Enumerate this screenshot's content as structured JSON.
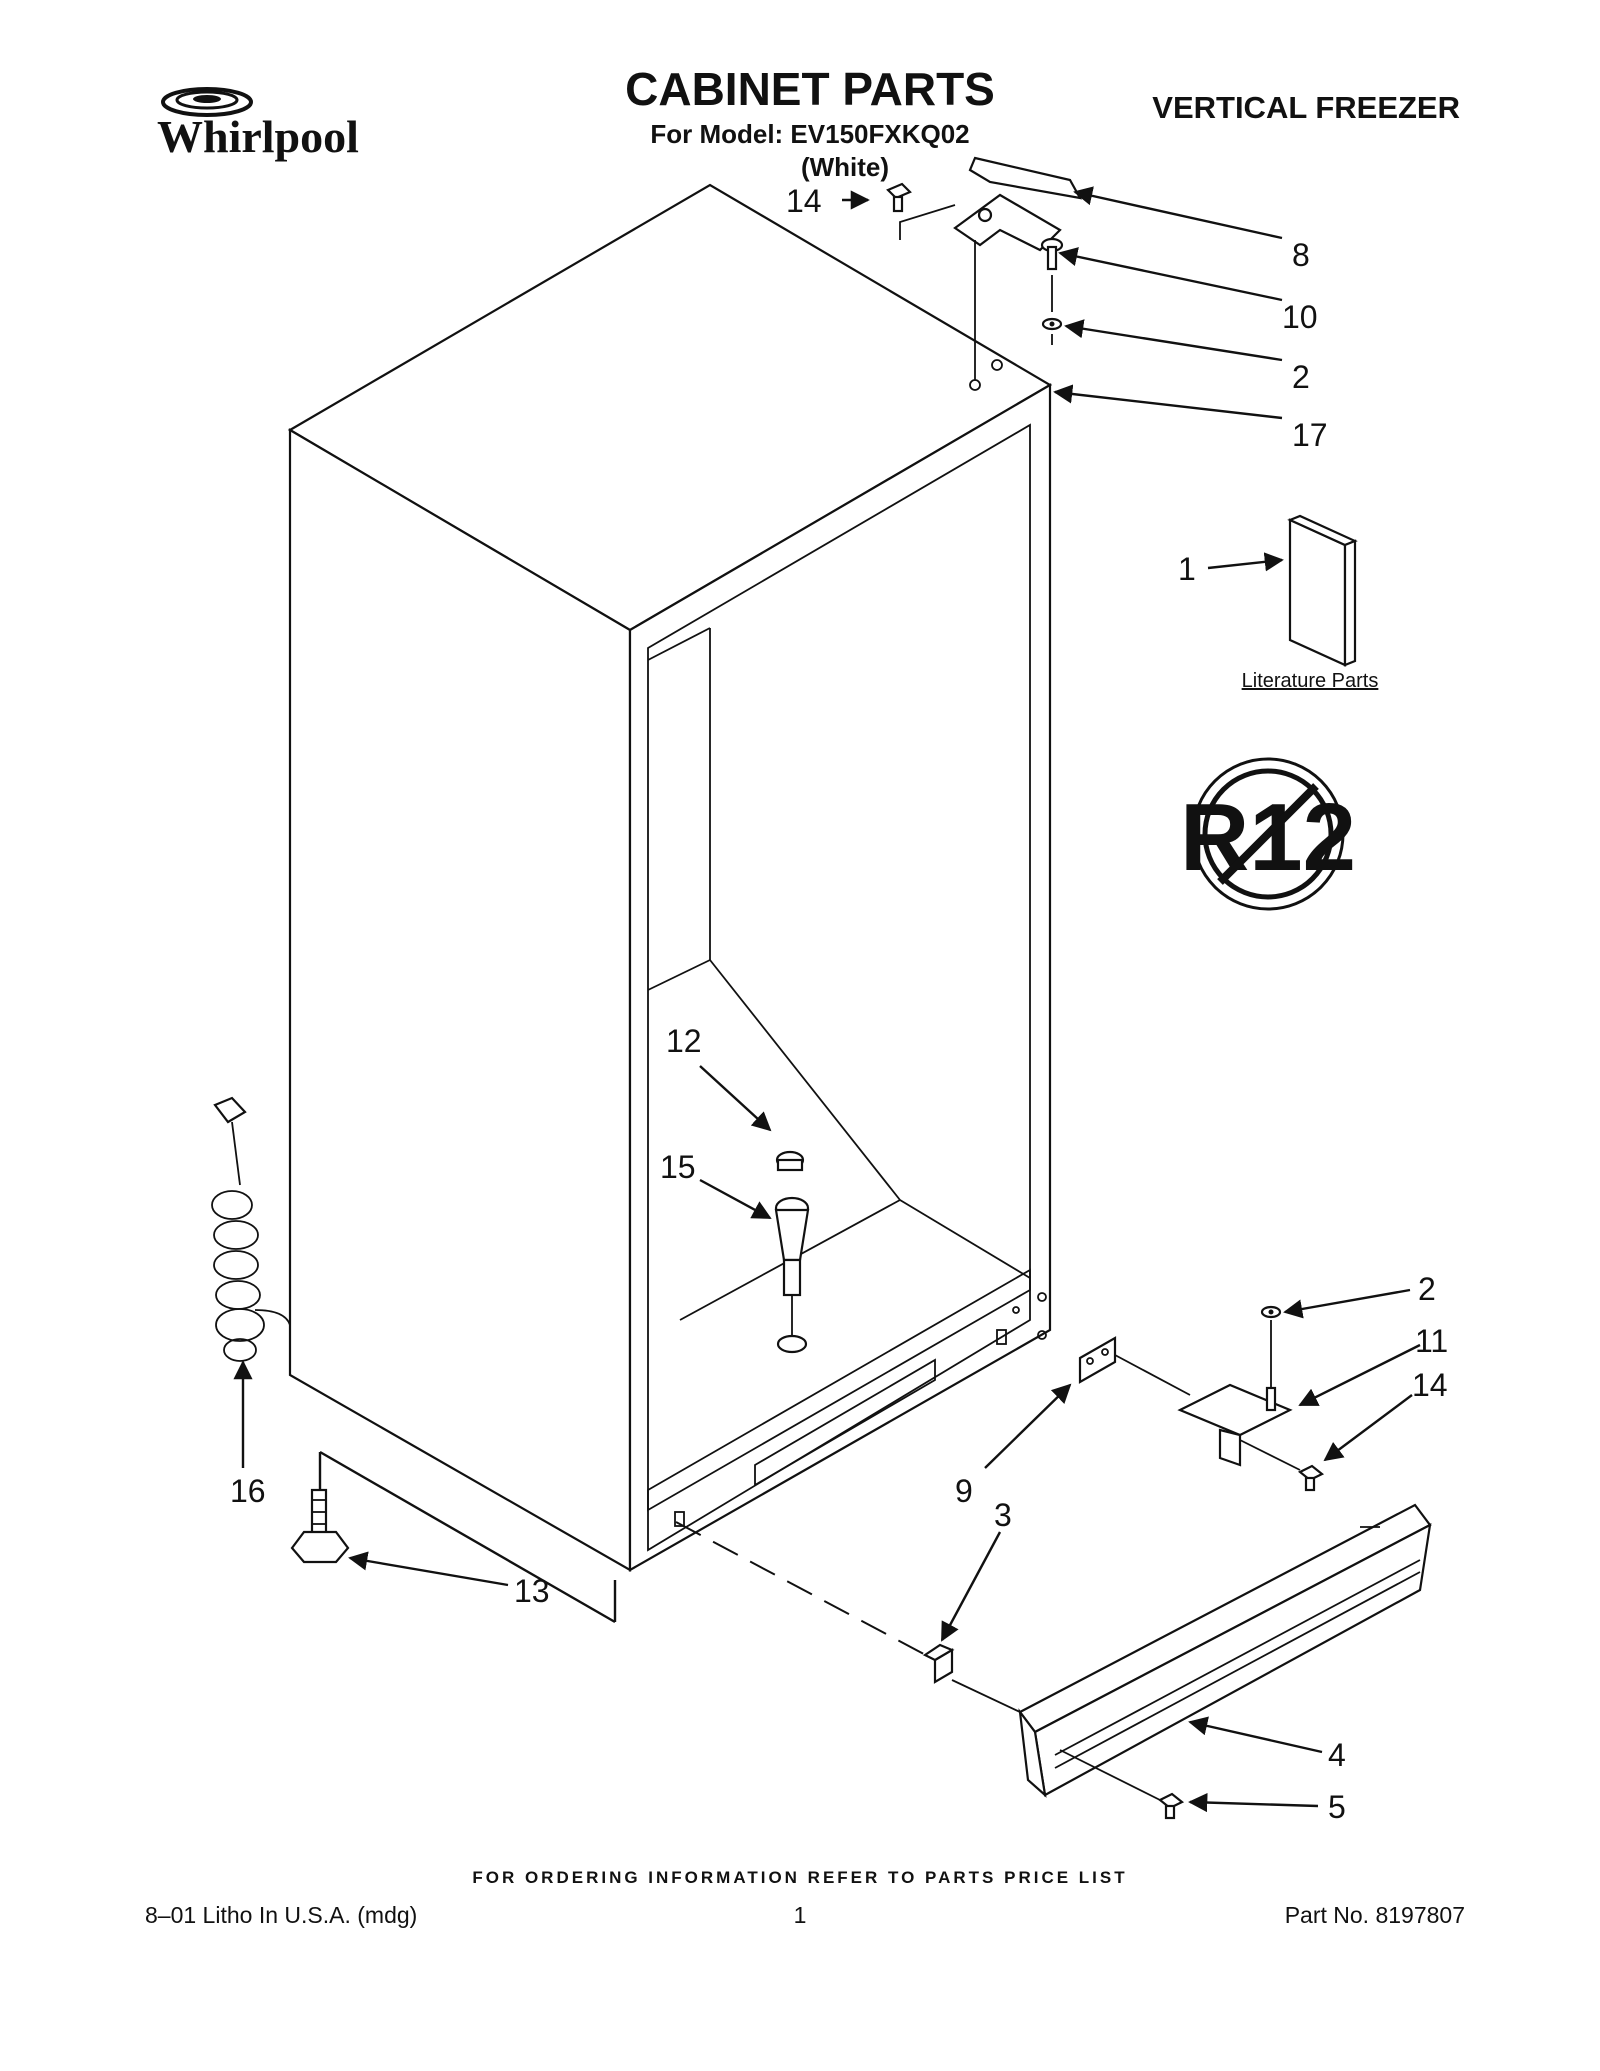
{
  "brand": "Whirlpool",
  "header": {
    "title": "CABINET PARTS",
    "model_line": "For Model: EV150FXKQ02",
    "color_line": "(White)",
    "product_type": "VERTICAL FREEZER"
  },
  "literature_label": "Literature Parts",
  "badge_text": "R12",
  "callouts": {
    "c14_top": "14",
    "c8": "8",
    "c10": "10",
    "c2_top": "2",
    "c17": "17",
    "c1": "1",
    "c12": "12",
    "c15": "15",
    "c2_bottom": "2",
    "c11": "11",
    "c14_bottom": "14",
    "c9": "9",
    "c3": "3",
    "c16": "16",
    "c13": "13",
    "c4": "4",
    "c5": "5"
  },
  "footer": {
    "ordering_note": "FOR ORDERING INFORMATION REFER TO PARTS PRICE LIST",
    "litho": "8–01 Litho In U.S.A. (mdg)",
    "page": "1",
    "part_no": "Part No. 8197807"
  }
}
